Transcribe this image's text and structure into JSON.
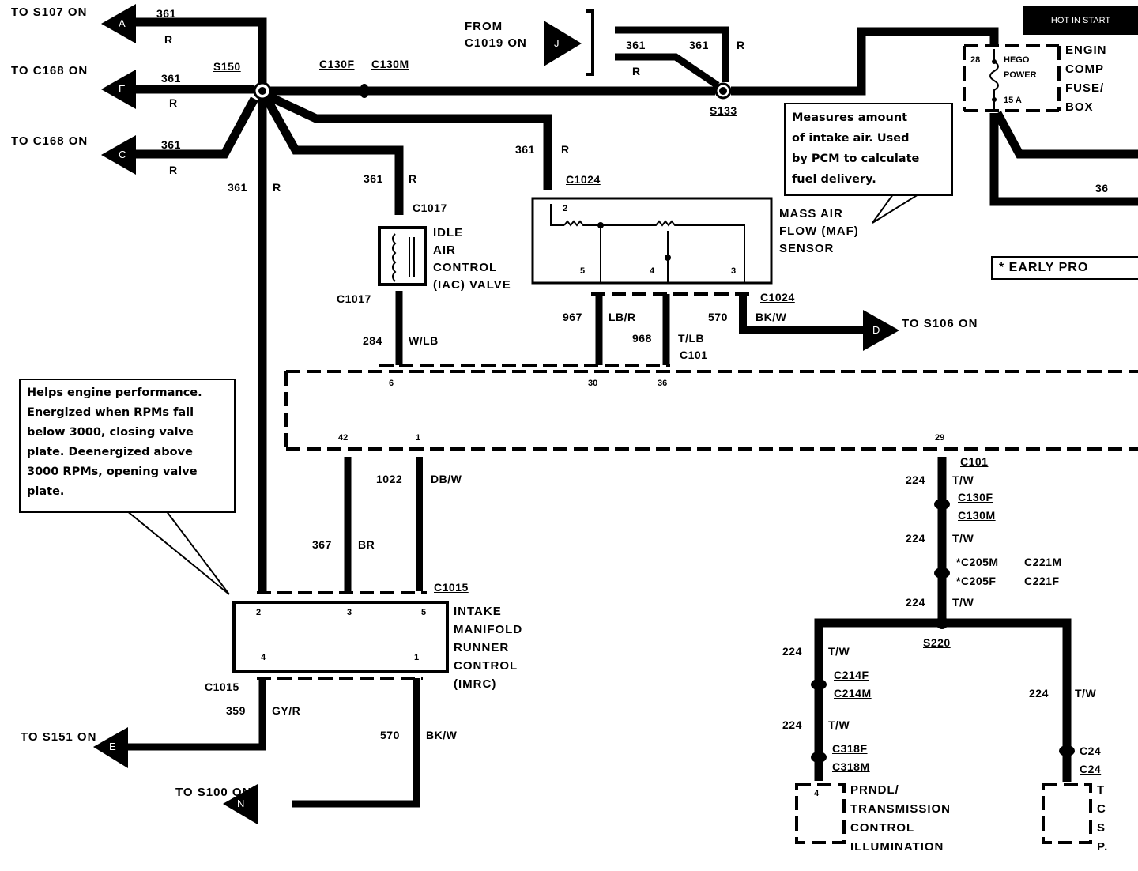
{
  "diagram": {
    "title_box": "HOT IN START",
    "footnote": "* EARLY PRO",
    "offpage": {
      "to_s107": "TO S107 ON",
      "to_c168_a": "TO C168 ON",
      "to_c168_b": "TO C168 ON",
      "from_c1019": [
        "FROM",
        "C1019 ON"
      ],
      "to_s106": "TO S106 ON",
      "to_s151": "TO S151 ON",
      "to_s100": "TO S100 ON",
      "letters": {
        "a": "A",
        "e_top": "E",
        "c": "C",
        "j": "J",
        "d": "D",
        "e_bottom": "E",
        "n": "N"
      }
    },
    "splices": {
      "s150": "S150",
      "s133": "S133",
      "s220": "S220"
    },
    "connectors": {
      "c130f_top": "C130F",
      "c130m_top": "C130M",
      "c1017_top": "C1017",
      "c1017_bottom": "C1017",
      "c1024_top": "C1024",
      "c1024_bottom": "C1024",
      "c101_mid": "C101",
      "c101_right": "C101",
      "c1015_top": "C1015",
      "c1015_bottom": "C1015",
      "c130f_right": "C130F",
      "c130m_right": "C130M",
      "c205m": "*C205M",
      "c221m": "C221M",
      "c205f": "*C205F",
      "c221f": "C221F",
      "c214f": "C214F",
      "c214m": "C214M",
      "c318f": "C318F",
      "c318m": "C318M",
      "c24x_a": "C24",
      "c24x_b": "C24"
    },
    "wires": [
      {
        "id": "w-a",
        "circuit": "361",
        "color": "R"
      },
      {
        "id": "w-e",
        "circuit": "361",
        "color": "R"
      },
      {
        "id": "w-c",
        "circuit": "361",
        "color": "R"
      },
      {
        "id": "w-vert",
        "circuit": "361",
        "color": "R"
      },
      {
        "id": "w-iac",
        "circuit": "361",
        "color": "R"
      },
      {
        "id": "w-maf",
        "circuit": "361",
        "color": "R"
      },
      {
        "id": "w-c1019-a",
        "circuit": "361",
        "color": "R"
      },
      {
        "id": "w-c1019-b",
        "circuit": "361",
        "color": "R"
      },
      {
        "id": "w-284",
        "circuit": "284",
        "color": "W/LB"
      },
      {
        "id": "w-967",
        "circuit": "967",
        "color": "LB/R"
      },
      {
        "id": "w-968",
        "circuit": "968",
        "color": "T/LB"
      },
      {
        "id": "w-570-top",
        "circuit": "570",
        "color": "BK/W"
      },
      {
        "id": "w-1022",
        "circuit": "1022",
        "color": "DB/W"
      },
      {
        "id": "w-367",
        "circuit": "367",
        "color": "BR"
      },
      {
        "id": "w-359",
        "circuit": "359",
        "color": "GY/R"
      },
      {
        "id": "w-570-bot",
        "circuit": "570",
        "color": "BK/W"
      },
      {
        "id": "w-224-1",
        "circuit": "224",
        "color": "T/W"
      },
      {
        "id": "w-224-2",
        "circuit": "224",
        "color": "T/W"
      },
      {
        "id": "w-224-3",
        "circuit": "224",
        "color": "T/W"
      },
      {
        "id": "w-224-4",
        "circuit": "224",
        "color": "T/W"
      },
      {
        "id": "w-224-5",
        "circuit": "224",
        "color": "T/W"
      },
      {
        "id": "w-224-6",
        "circuit": "224",
        "color": "T/W"
      },
      {
        "id": "w-36x",
        "circuit": "36",
        "color": ""
      }
    ],
    "components": {
      "iac": [
        "IDLE",
        "AIR",
        "CONTROL",
        "(IAC)  VALVE"
      ],
      "maf": [
        "MASS AIR",
        "FLOW (MAF)",
        "SENSOR"
      ],
      "imrc": [
        "INTAKE",
        "MANIFOLD",
        "RUNNER",
        "CONTROL",
        "(IMRC)"
      ],
      "fusebox": [
        "ENGIN",
        "COMP",
        "FUSE/",
        "BOX"
      ],
      "fuse": {
        "pin": "28",
        "name": [
          "HEGO",
          "POWER"
        ],
        "rating": "15 A"
      },
      "prndl": [
        "PRNDL/",
        "TRANSMISSION",
        "CONTROL",
        "ILLUMINATION"
      ],
      "right_cut": [
        "T",
        "C",
        "S",
        "P."
      ]
    },
    "pins": {
      "maf_2": "2",
      "maf_5": "5",
      "maf_4": "4",
      "maf_3": "3",
      "imrc_2": "2",
      "imrc_3": "3",
      "imrc_5": "5",
      "imrc_4": "4",
      "imrc_1": "1",
      "c101_a": "6",
      "c101_b": "30",
      "c101_c": "36",
      "c101_d": "42",
      "c101_e": "1",
      "c101_f": "29",
      "prndl_4": "4"
    },
    "notes": {
      "maf_note": [
        "Measures amount",
        "of intake air. Used",
        "by PCM to calculate",
        "fuel delivery."
      ],
      "imrc_note": [
        "Helps engine performance.",
        "Energized when RPMs fall",
        "below 3000, closing valve",
        "plate. Deenergized above",
        "3000 RPMs, opening valve",
        "plate."
      ]
    }
  }
}
